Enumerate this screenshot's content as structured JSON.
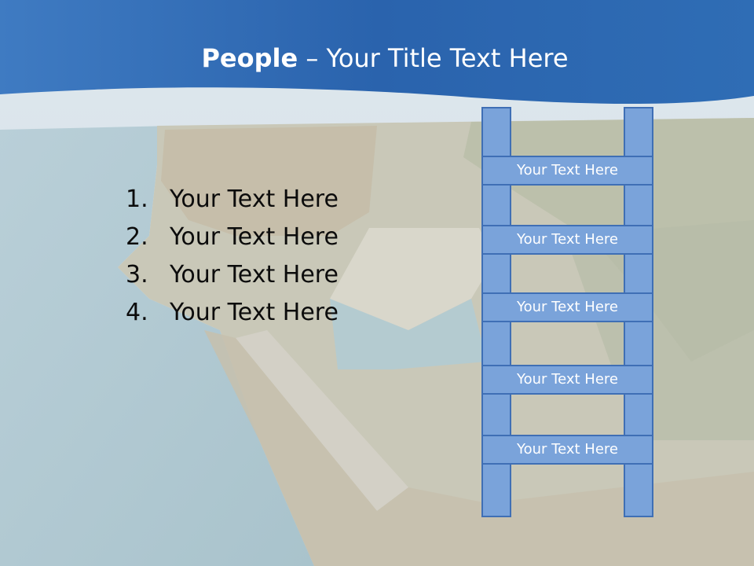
{
  "slide": {
    "title_bold": "People",
    "title_rest": " – Your Title Text Here",
    "list": [
      {
        "num": "1.",
        "text": "Your Text Here"
      },
      {
        "num": "2.",
        "text": "Your Text Here"
      },
      {
        "num": "3.",
        "text": "Your Text Here"
      },
      {
        "num": "4.",
        "text": "Your Text Here"
      }
    ],
    "ladder_rungs": [
      "Your Text Here",
      "Your Text Here",
      "Your Text Here",
      "Your Text Here",
      "Your Text Here"
    ]
  },
  "colors": {
    "header_blue": "#2f6db5",
    "rung_fill": "#7aa3da",
    "rung_border": "#3f6fb5"
  }
}
